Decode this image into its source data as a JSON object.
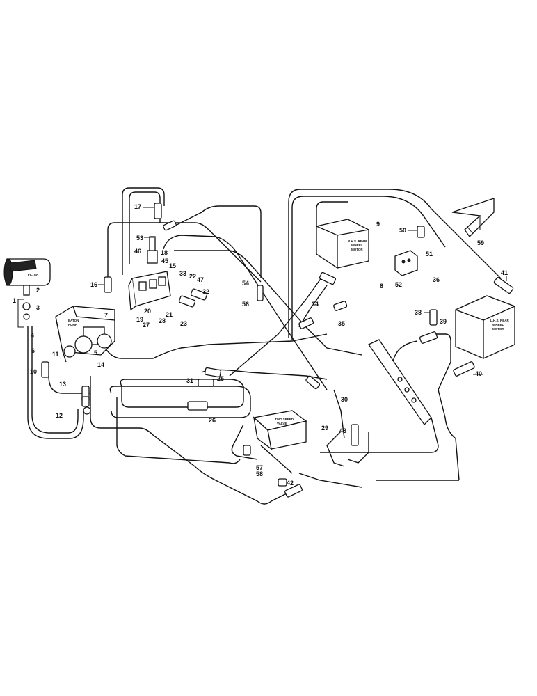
{
  "components": {
    "filter": "FILTER",
    "eaton_pump": [
      "EATON",
      "PUMP"
    ],
    "two_speed_valve": [
      "TWO SPEED",
      "VALVE"
    ],
    "rear_motor_left": [
      "R.H.S. REAR",
      "WHEEL",
      "MOTOR"
    ],
    "rear_motor_right": [
      "L.H.S. REAR",
      "WHEEL",
      "MOTOR"
    ]
  },
  "callouts": [
    "1",
    "2",
    "3",
    "4",
    "5",
    "6",
    "7",
    "8",
    "9",
    "10",
    "11",
    "12",
    "13",
    "14",
    "15",
    "16",
    "17",
    "18",
    "19",
    "20",
    "21",
    "22",
    "23",
    "25",
    "26",
    "27",
    "28",
    "29",
    "30",
    "31",
    "32",
    "33",
    "34",
    "35",
    "36",
    "38",
    "39",
    "40",
    "41",
    "42",
    "43",
    "45",
    "46",
    "47",
    "50",
    "51",
    "52",
    "53",
    "54",
    "56",
    "57",
    "58",
    "59"
  ]
}
